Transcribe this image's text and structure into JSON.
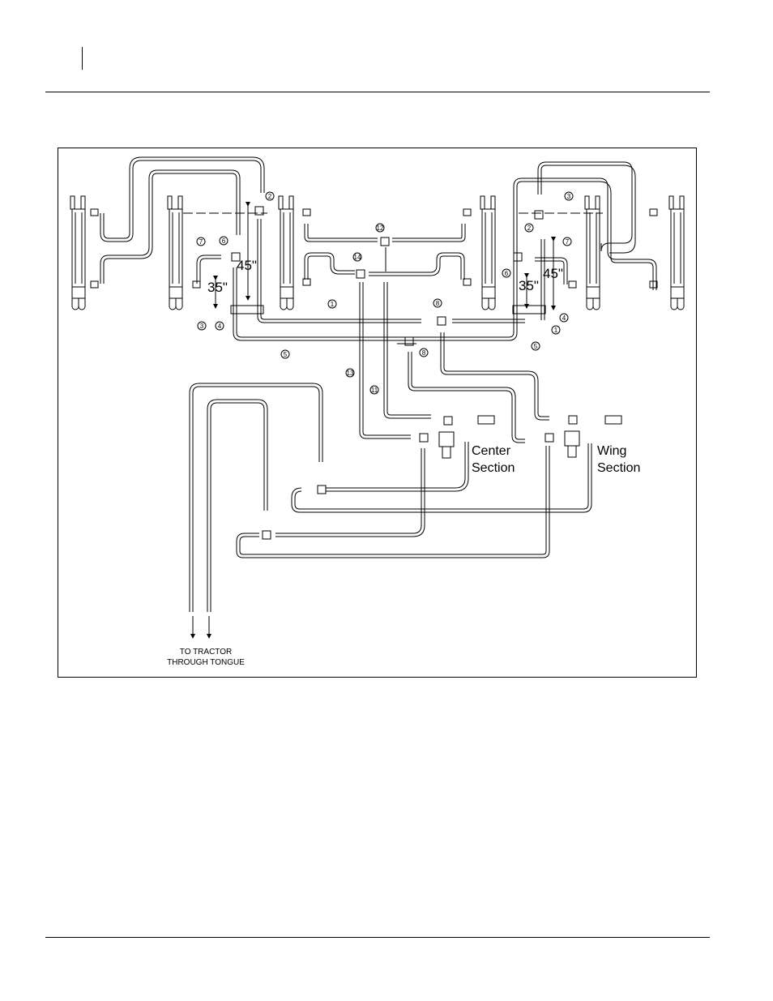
{
  "callouts": {
    "left_2": "2",
    "left_7": "7",
    "left_6": "6",
    "left_3": "3",
    "left_4": "4",
    "left_5": "5",
    "center_1": "1",
    "center_12": "12",
    "center_14": "14",
    "center_8a": "8",
    "center_8b": "8",
    "center_13": "13",
    "center_11": "11",
    "right_3": "3",
    "right_2": "2",
    "right_7": "7",
    "right_6": "6",
    "right_4": "4",
    "right_1": "1",
    "right_5": "5"
  },
  "dimensions": {
    "left_45": "45\"",
    "left_35": "35\"",
    "right_45": "45\"",
    "right_35": "35\""
  },
  "labels": {
    "center_line1": "Center",
    "center_line2": "Section",
    "wing_line1": "Wing",
    "wing_line2": "Section",
    "tractor_line1": "TO TRACTOR",
    "tractor_line2": "THROUGH TONGUE"
  }
}
